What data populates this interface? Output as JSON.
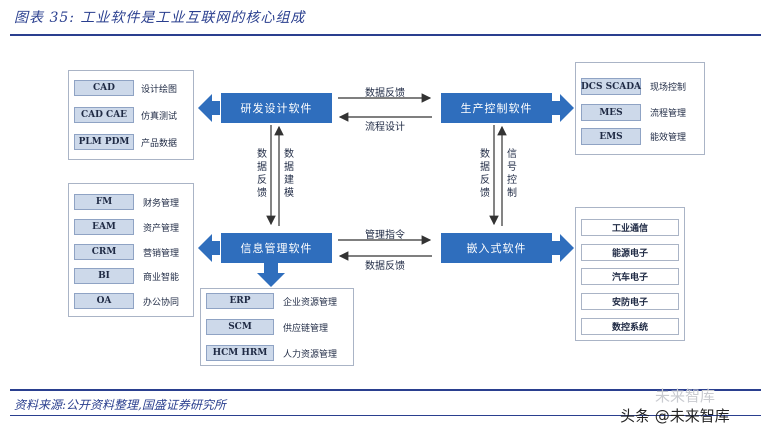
{
  "header": {
    "title": "图表 35:  工业软件是工业互联网的核心组成"
  },
  "footer": {
    "source": "资料来源:公开资料整理,国盛证券研究所"
  },
  "watermark": {
    "top_text": "未来智库",
    "bottom_text": "头条 @未来智库"
  },
  "colors": {
    "core": "#2f6ebd",
    "box": "#cdd9ea",
    "accent": "#2a3f8f"
  },
  "core": {
    "rd": "研发设计软件",
    "production": "生产控制软件",
    "info": "信息管理软件",
    "embedded": "嵌入式软件"
  },
  "edges": {
    "rd_to_prod": "数据反馈",
    "prod_to_rd": "流程设计",
    "info_to_emb": "管理指令",
    "emb_to_info": "数据反馈",
    "rd_info_left": "数据反馈",
    "rd_info_right": "数据建模",
    "prod_emb_left": "数据反馈",
    "prod_emb_right": "信号控制"
  },
  "rd_panel": [
    {
      "box": "CAD",
      "label": "设计绘图"
    },
    {
      "box": "CAD CAE",
      "label": "仿真测试"
    },
    {
      "box": "PLM PDM",
      "label": "产品数据"
    }
  ],
  "prod_panel": [
    {
      "box": "DCS SCADA",
      "label": "现场控制"
    },
    {
      "box": "MES",
      "label": "流程管理"
    },
    {
      "box": "EMS",
      "label": "能效管理"
    }
  ],
  "info_panel": [
    {
      "box": "FM",
      "label": "财务管理"
    },
    {
      "box": "EAM",
      "label": "资产管理"
    },
    {
      "box": "CRM",
      "label": "营销管理"
    },
    {
      "box": "BI",
      "label": "商业智能"
    },
    {
      "box": "OA",
      "label": "办公协同"
    }
  ],
  "info_sub_panel": [
    {
      "box": "ERP",
      "label": "企业资源管理"
    },
    {
      "box": "SCM",
      "label": "供应链管理"
    },
    {
      "box": "HCM HRM",
      "label": "人力资源管理"
    }
  ],
  "emb_panel": [
    "工业通信",
    "能源电子",
    "汽车电子",
    "安防电子",
    "数控系统"
  ]
}
